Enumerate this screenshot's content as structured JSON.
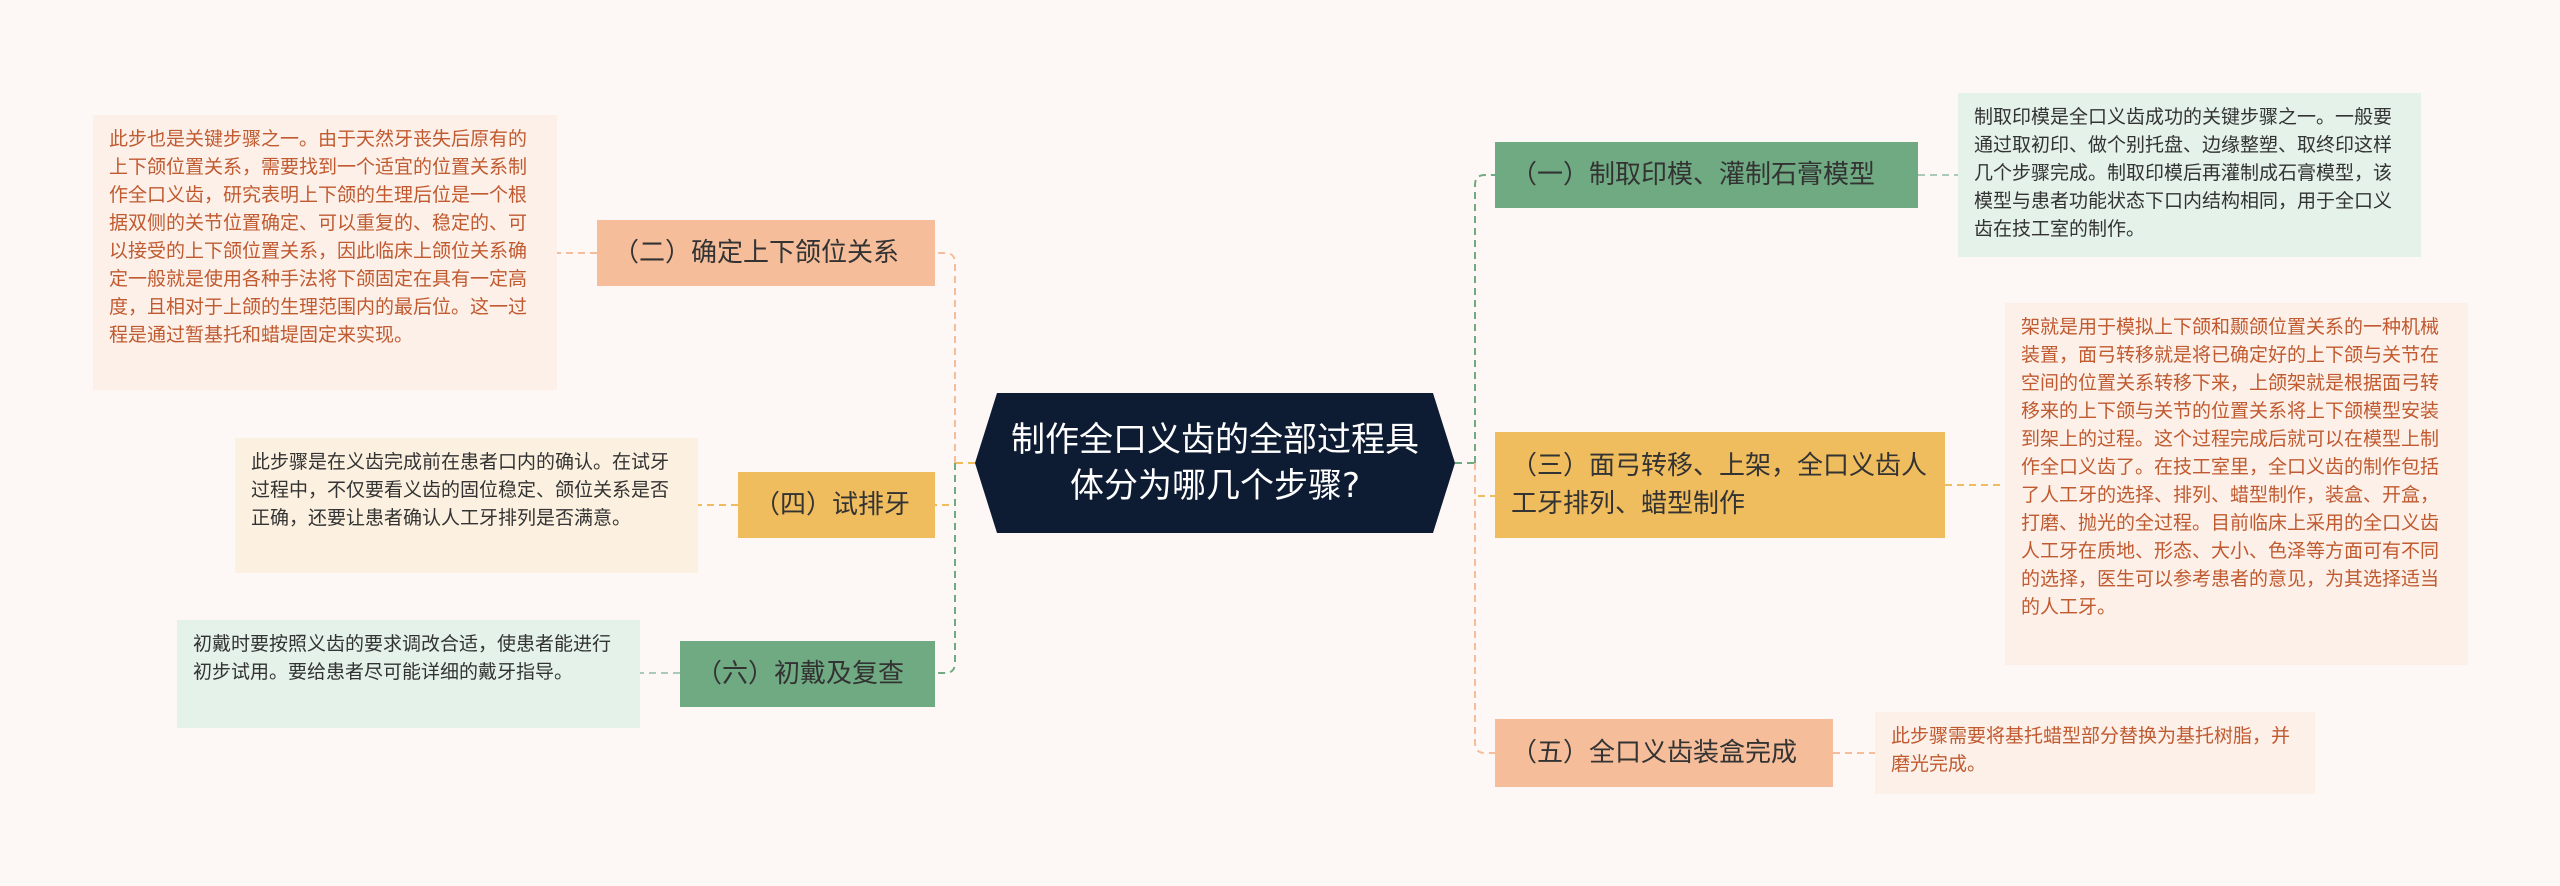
{
  "mindmap": {
    "center": {
      "text": "制作全口义齿的全部过程具体分为哪几个步骤?"
    },
    "branches": [
      {
        "label": "（一）制取印模、灌制石膏模型",
        "detail": "制取印模是全口义齿成功的关键步骤之一。一般要通过取初印、做个别托盘、边缘整塑、取终印这样几个步骤完成。制取印模后再灌制成石膏模型，该模型与患者功能状态下口内结构相同，用于全口义齿在技工室的制作。"
      },
      {
        "label": "（二）确定上下颌位关系",
        "detail": "此步也是关键步骤之一。由于天然牙丧失后原有的上下颌位置关系，需要找到一个适宜的位置关系制作全口义齿，研究表明上下颌的生理后位是一个根据双侧的关节位置确定、可以重复的、稳定的、可以接受的上下颌位置关系，因此临床上颌位关系确定一般就是使用各种手法将下颌固定在具有一定高度，且相对于上颌的生理范围内的最后位。这一过程是通过暂基托和蜡堤固定来实现。"
      },
      {
        "label": "（三）面弓转移、上架，全口义齿人工牙排列、蜡型制作",
        "detail": "架就是用于模拟上下颌和颞颌位置关系的一种机械装置，面弓转移就是将已确定好的上下颌与关节在空间的位置关系转移下来，上颌架就是根据面弓转移来的上下颌与关节的位置关系将上下颌模型安装到架上的过程。这个过程完成后就可以在模型上制作全口义齿了。在技工室里，全口义齿的制作包括了人工牙的选择、排列、蜡型制作，装盒、开盒，打磨、抛光的全过程。目前临床上采用的全口义齿人工牙在质地、形态、大小、色泽等方面可有不同的选择，医生可以参考患者的意见，为其选择适当的人工牙。"
      },
      {
        "label": "（四）试排牙",
        "detail": "此步骤是在义齿完成前在患者口内的确认。在试牙过程中，不仅要看义齿的固位稳定、颌位关系是否正确，还要让患者确认人工牙排列是否满意。"
      },
      {
        "label": "（五）全口义齿装盒完成",
        "detail": "此步骤需要将基托蜡型部分替换为基托树脂，并磨光完成。"
      },
      {
        "label": "（六）初戴及复查",
        "detail": "初戴时要按照义齿的要求调改合适，使患者能进行初步试用。要给患者尽可能详细的戴牙指导。"
      }
    ]
  },
  "colors": {
    "background": "#fdf8f5",
    "center": "#0e1c33",
    "green": "#6faa82",
    "orange": "#f5bd9a",
    "yellow": "#f0bd5e"
  }
}
